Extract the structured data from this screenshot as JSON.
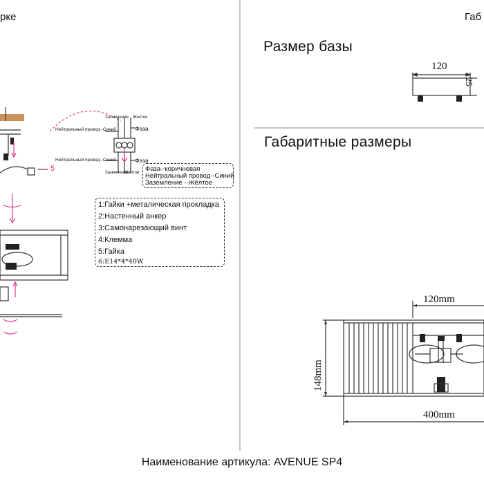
{
  "header": {
    "left_fragment": "рке",
    "right_fragment": "Габ"
  },
  "sections": {
    "base_size_title": "Размер базы",
    "overall_size_title": "Габаритные размеры"
  },
  "base_dimensions": {
    "width": "120",
    "height_fragment": "25"
  },
  "overall_dimensions": {
    "base_width": "120mm",
    "height": "148mm",
    "length": "400mm"
  },
  "wiring": {
    "neutral_label_top": "Нейтральный провод--Синий",
    "neutral_label_bottom": "Нейтральный провод--Синий",
    "phase_top": "Фаза",
    "phase_bottom": "Фаза",
    "ground_top": "Заземление",
    "yellow_top": "Желтое",
    "ground_bottom": "Заземление",
    "yellow_bottom": "Желтое",
    "callout_number": "5"
  },
  "wire_legend": [
    "Фаза--коричневая",
    "Нейтральный провод--Синий",
    "Заземление --Жёлтое"
  ],
  "parts_legend": [
    "1:Гайки +металическая прокладка",
    "2:Настенный анкер",
    "3:Самонарезающий винт",
    "4:Клемма",
    "5:Гайка",
    "6:E14*4*40W"
  ],
  "article": {
    "label": "Наименование артикула:",
    "value": "AVENUE SP4"
  },
  "colors": {
    "line": "#333333",
    "accent_pink": "#e0348c",
    "wood": "#c9935a",
    "divider": "#888888"
  }
}
